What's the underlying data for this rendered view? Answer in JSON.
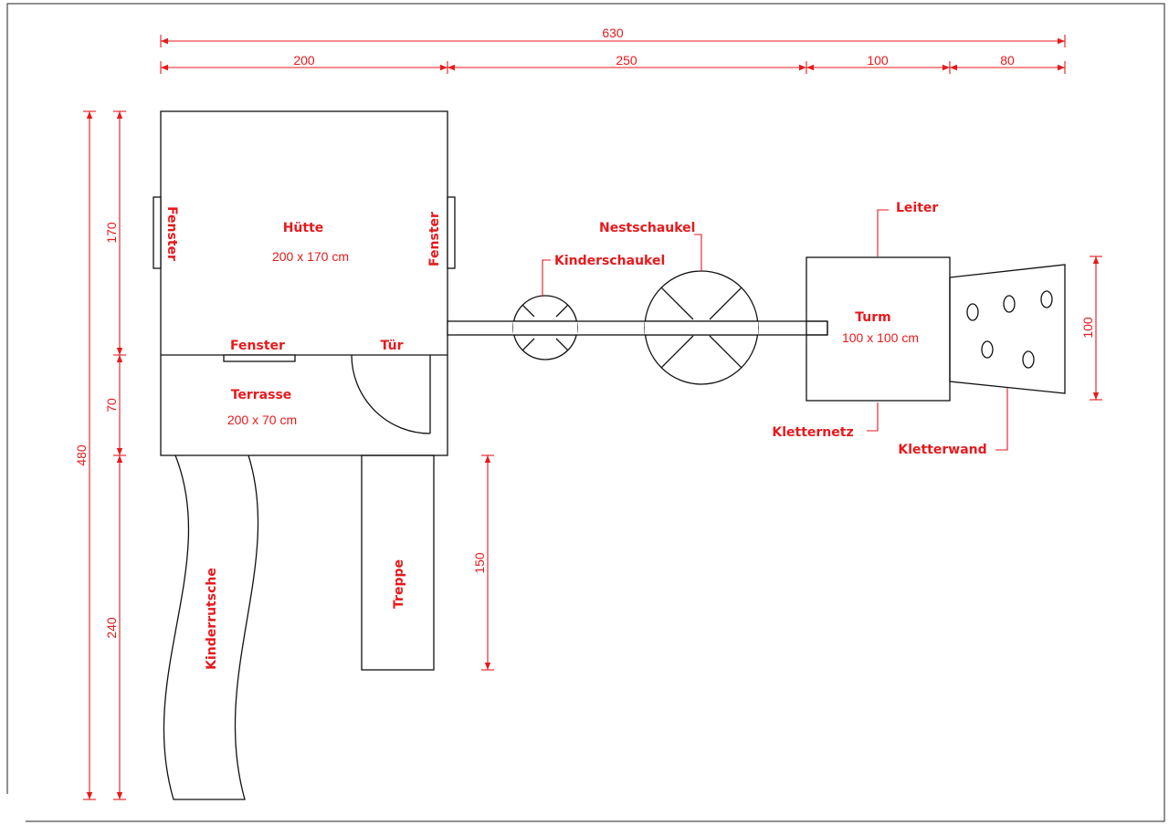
{
  "dimensions": {
    "total_width": "630",
    "hut_width": "200",
    "swing_width": "250",
    "tower_width": "100",
    "wall_width": "80",
    "total_height": "480",
    "hut_height": "170",
    "terrace_height": "70",
    "slide_height": "240",
    "stairs_length": "150",
    "wall_height": "100"
  },
  "labels": {
    "hut": "Hütte",
    "hut_size": "200 x 170 cm",
    "window_left": "Fenster",
    "window_right": "Fenster",
    "window_bottom": "Fenster",
    "door": "Tür",
    "terrace": "Terrasse",
    "terrace_size": "200 x 70 cm",
    "slide": "Kinderrutsche",
    "stairs": "Treppe",
    "kids_swing": "Kinderschaukel",
    "nest_swing": "Nestschaukel",
    "ladder": "Leiter",
    "tower": "Turm",
    "tower_size": "100 x 100 cm",
    "climbing_net": "Kletternetz",
    "climbing_wall": "Kletterwand"
  },
  "colors": {
    "annotation": "#e8191c",
    "outline": "#111111"
  }
}
